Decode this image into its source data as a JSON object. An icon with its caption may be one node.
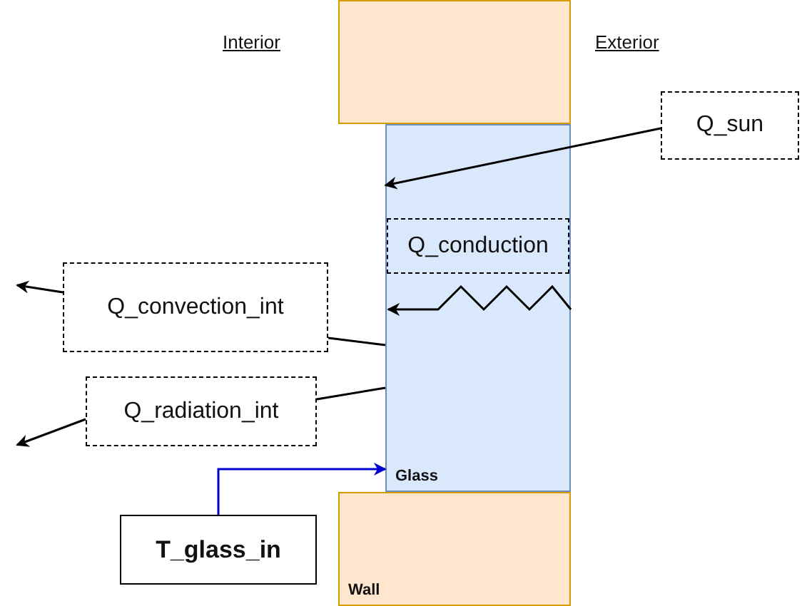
{
  "diagram": {
    "nodes": [
      {
        "text": [],
        "shape": "box"
      },
      {
        "text": [
          "Glass"
        ]
      },
      {
        "text": [
          "Wall"
        ]
      },
      {
        "text": [
          "Q_sun"
        ]
      },
      {
        "text": [
          "Q_conduction"
        ],
        "in": 1
      },
      {
        "text": [
          "Q_convection_int"
        ]
      },
      {
        "text": [
          "Q_radiation_int"
        ]
      },
      {
        "text": [
          "T_glass_in"
        ]
      }
    ],
    "edges": [
      {
        "from": 3,
        "to": 1,
        "arrow": "to"
      },
      {
        "from": 1,
        "to": 5,
        "arrow": "none"
      },
      {
        "from": 5,
        "to": null,
        "arrow": "to"
      },
      {
        "from": 1,
        "to": 6,
        "arrow": "none"
      },
      {
        "from": 6,
        "to": null,
        "arrow": "to"
      },
      {
        "from": 7,
        "to": 1,
        "arrow": "to",
        "color": "#0000cc"
      }
    ],
    "labels": [
      "Interior",
      "Exterior"
    ]
  }
}
